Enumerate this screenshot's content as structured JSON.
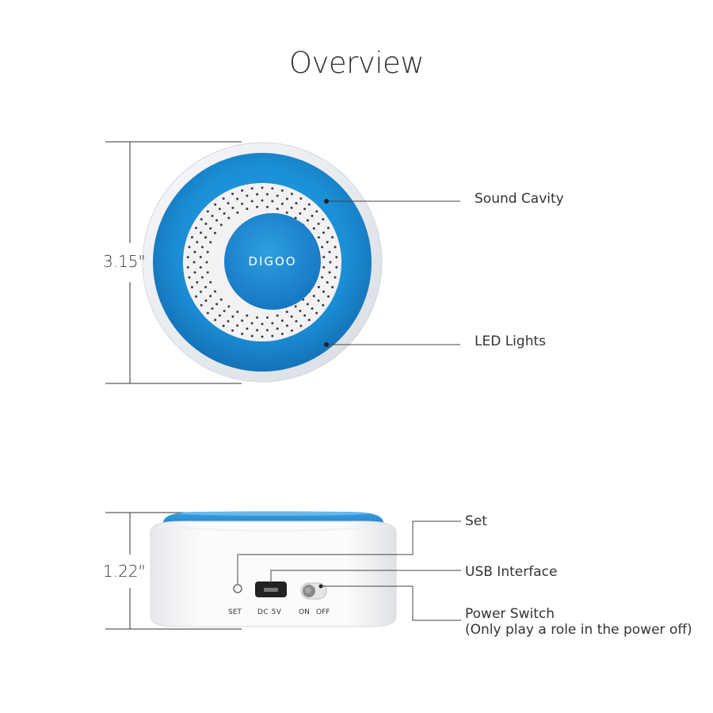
{
  "title": "Overview",
  "device_top": {
    "logo_text": "DIGOO",
    "height_label": "3.15\"",
    "callouts": {
      "sound_cavity": "Sound Cavity",
      "led_lights": "LED Lights"
    }
  },
  "device_side": {
    "height_label": "1.22\"",
    "port_labels": {
      "set": "SET",
      "dc": "DC 5V",
      "on": "ON",
      "off": "OFF"
    },
    "callouts": {
      "set": "Set",
      "usb": "USB Interface",
      "power_switch": "Power Switch",
      "power_note": "(Only play a role in the power off)"
    }
  },
  "colors": {
    "led_ring": "#1d8fd6",
    "shell": "#e9edf1",
    "speaker_face": "#f2eff2",
    "hole": "#3c3c3c"
  }
}
